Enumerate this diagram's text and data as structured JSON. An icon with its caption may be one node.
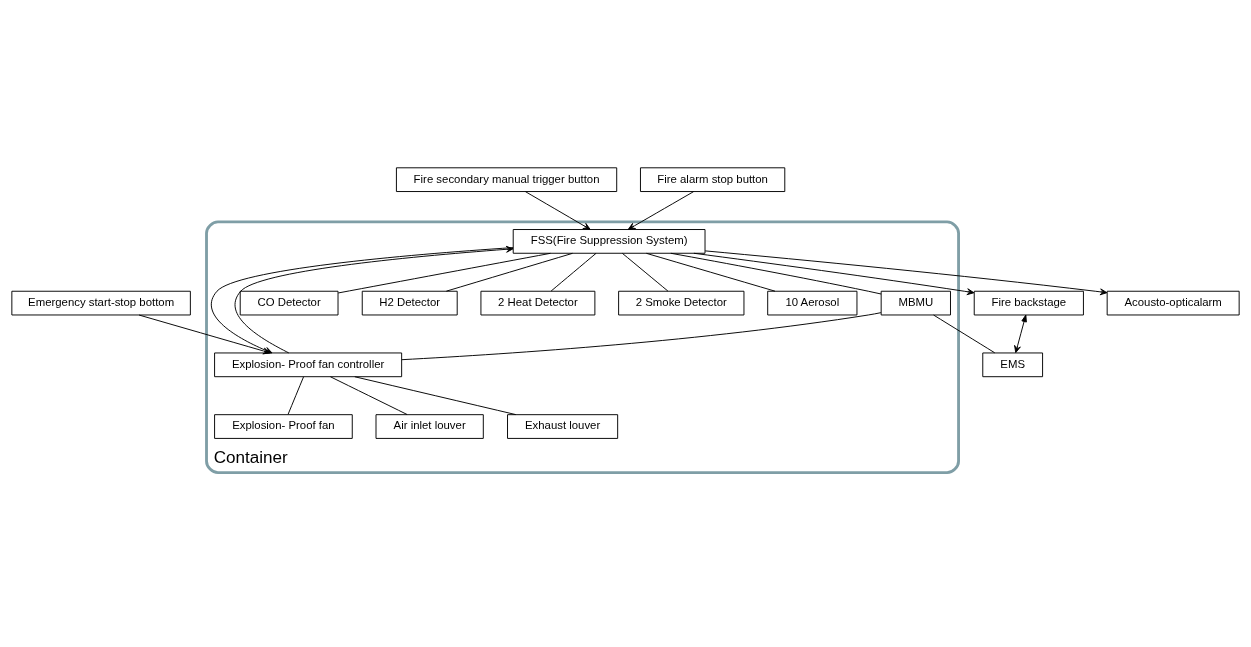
{
  "diagram": {
    "nodes": [
      {
        "text": [
          "Fire backstage"
        ]
      },
      {
        "text": [
          "EMS"
        ]
      },
      {
        "text": [
          "Fire secondary manual trigger button"
        ]
      },
      {
        "text": [
          "Fire alarm stop button"
        ]
      },
      {
        "text": [
          "Acousto-opticalarm"
        ]
      },
      {
        "text": [
          "Container"
        ]
      },
      {
        "text": [
          "FSS(Fire Suppression System)"
        ],
        "in": 5
      },
      {
        "text": [
          "MBMU"
        ],
        "in": 5
      },
      {
        "text": [
          "CO Detector"
        ],
        "in": 5
      },
      {
        "text": [
          "H2 Detector"
        ],
        "in": 5
      },
      {
        "text": [
          "2 Heat Detector"
        ],
        "in": 5
      },
      {
        "text": [
          "2 Smoke Detector"
        ],
        "in": 5
      },
      {
        "text": [
          "10 Aerosol"
        ],
        "in": 5
      },
      {
        "text": [
          "Explosion- Proof fan controller"
        ],
        "in": 5
      },
      {
        "text": [
          "Explosion- Proof fan"
        ],
        "in": 5
      },
      {
        "text": [
          "Air inlet louver"
        ],
        "in": 5
      },
      {
        "text": [
          "Exhaust louver"
        ],
        "in": 5
      },
      {
        "text": [
          "Emergency start-stop bottom"
        ]
      }
    ],
    "edges": [
      {
        "from": 6,
        "to": 0,
        "arrow": "to"
      },
      {
        "from": 0,
        "to": 1,
        "arrow": "both"
      },
      {
        "from": 1,
        "to": 7,
        "arrow": "none"
      },
      {
        "from": 2,
        "to": 6,
        "arrow": "to"
      },
      {
        "from": 3,
        "to": 6,
        "arrow": "to"
      },
      {
        "from": 6,
        "to": 4,
        "arrow": "to"
      },
      {
        "from": 6,
        "to": 7,
        "arrow": "none"
      },
      {
        "from": 6,
        "to": 10,
        "arrow": "none"
      },
      {
        "from": 6,
        "to": 8,
        "arrow": "none"
      },
      {
        "from": 6,
        "to": 11,
        "arrow": "none"
      },
      {
        "from": 6,
        "to": 9,
        "arrow": "none"
      },
      {
        "from": 6,
        "to": 12,
        "arrow": "none"
      },
      {
        "from": 6,
        "to": 13,
        "arrow": "to"
      },
      {
        "from": 13,
        "to": 6,
        "arrow": "to"
      },
      {
        "from": 7,
        "to": 13,
        "arrow": "none"
      },
      {
        "from": 13,
        "to": 14,
        "arrow": "none"
      },
      {
        "from": 13,
        "to": 15,
        "arrow": "none"
      },
      {
        "from": 13,
        "to": 16,
        "arrow": "none"
      },
      {
        "from": 17,
        "to": 13,
        "arrow": "to"
      }
    ]
  }
}
